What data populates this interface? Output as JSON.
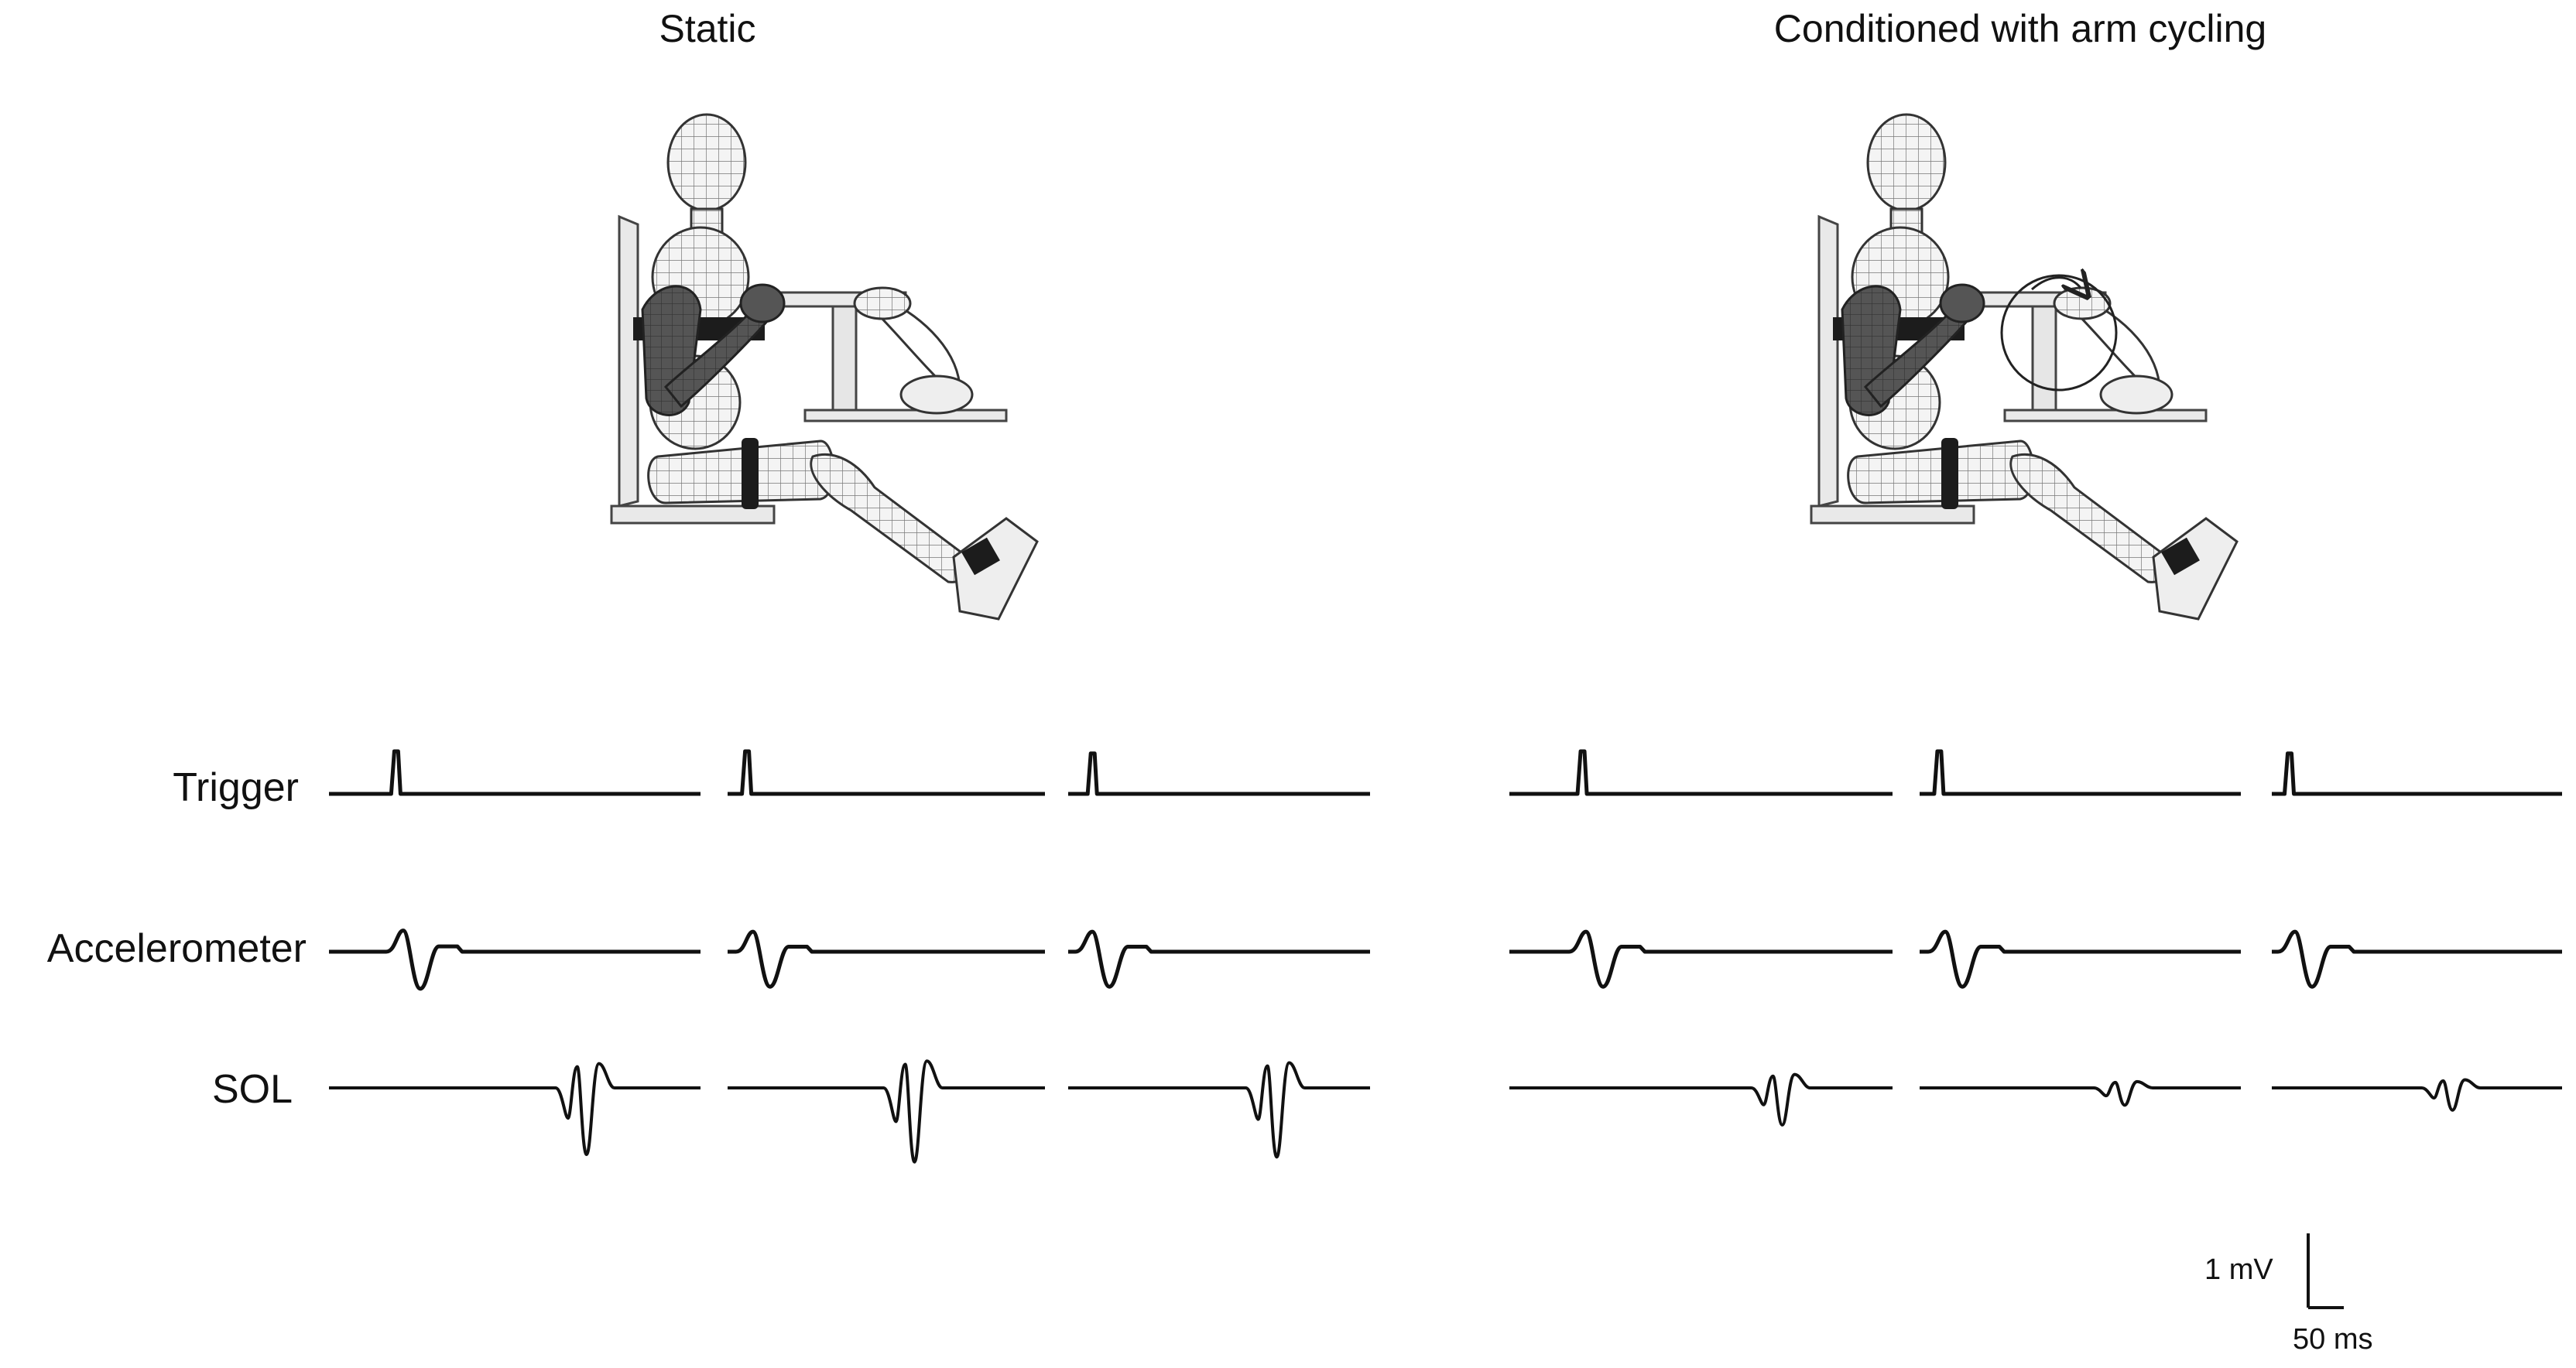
{
  "panels": [
    {
      "id": "static",
      "title": "Static",
      "arm_cycling_arrow": false
    },
    {
      "id": "conditioned",
      "title": "Conditioned with arm cycling",
      "arm_cycling_arrow": true
    }
  ],
  "rows": [
    {
      "id": "trigger",
      "label": "Trigger"
    },
    {
      "id": "accelerometer",
      "label": "Accelerometer"
    },
    {
      "id": "sol",
      "label": "SOL"
    }
  ],
  "traces": {
    "static": [
      {
        "trigger": {
          "pulse_at": 0.18,
          "height": 1.0
        },
        "accelerometer": {
          "event_at": 0.2,
          "amp": 0.9
        },
        "sol": {
          "event_at": 0.66,
          "amp": 1.35
        }
      },
      {
        "trigger": {
          "pulse_at": 0.06,
          "height": 1.0
        },
        "accelerometer": {
          "event_at": 0.08,
          "amp": 0.85
        },
        "sol": {
          "event_at": 0.55,
          "amp": 1.5
        }
      },
      {
        "trigger": {
          "pulse_at": 0.08,
          "height": 0.95
        },
        "accelerometer": {
          "event_at": 0.08,
          "amp": 0.85
        },
        "sol": {
          "event_at": 0.65,
          "amp": 1.4
        }
      }
    ],
    "conditioned": [
      {
        "trigger": {
          "pulse_at": 0.19,
          "height": 1.0
        },
        "accelerometer": {
          "event_at": 0.2,
          "amp": 0.85
        },
        "sol": {
          "event_at": 0.68,
          "amp": 0.75
        }
      },
      {
        "trigger": {
          "pulse_at": 0.06,
          "height": 1.0
        },
        "accelerometer": {
          "event_at": 0.08,
          "amp": 0.85
        },
        "sol": {
          "event_at": 0.6,
          "amp": 0.35
        }
      },
      {
        "trigger": {
          "pulse_at": 0.06,
          "height": 0.95
        },
        "accelerometer": {
          "event_at": 0.08,
          "amp": 0.85
        },
        "sol": {
          "event_at": 0.58,
          "amp": 0.45
        }
      }
    ]
  },
  "scale_bar": {
    "vertical_label": "1 mV",
    "horizontal_label": "50 ms"
  },
  "colors": {
    "trace": "#111111",
    "limb_dark": "#555555",
    "mesh": "#f4f4f4",
    "frame": "#e9e9e9"
  }
}
